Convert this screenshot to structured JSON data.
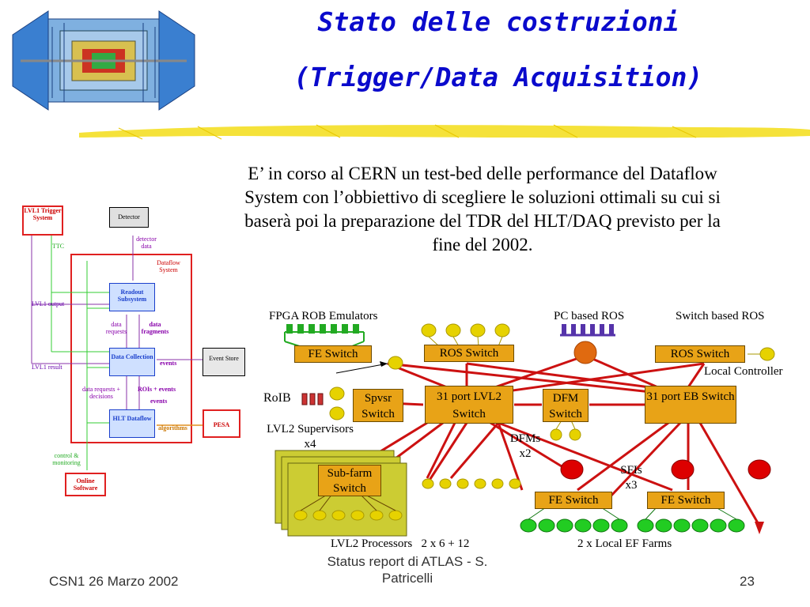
{
  "slide": {
    "title_line1": "Stato delle costruzioni",
    "title_line2": "(Trigger/Data Acquisition)",
    "paragraph": "E’ in corso al CERN un test-bed delle performance del Dataflow System con l’obbiettivo di scegliere le soluzioni ottimali su cui si baserà poi la preparazione del TDR del HLT/DAQ previsto per la fine del 2002.",
    "footer_left": "CSN1 26 Marzo 2002",
    "footer_center": "Status report di ATLAS - S. Patricelli",
    "page_number": "23"
  },
  "left_diagram": {
    "lvl1": "LVL1 Trigger System",
    "detector": "Detector",
    "ttc": "TTC",
    "detector_data": "detector data",
    "dataflow_system": "Dataflow System",
    "readout": "Readout Subsystem",
    "lvl1_output": "LVL1 output",
    "data_requests": "data requests",
    "data_fragments": "data fragments",
    "data_collection": "Data Collection",
    "lvl1_result": "LVL1 result",
    "events": "events",
    "event_store": "Event Store",
    "data_requests_decisions": "data requests + decisions",
    "robs_events": "ROIs + events",
    "events2": "events",
    "hlt_dataflow": "HLT Dataflow",
    "algorithms": "algorithms",
    "pesa": "PESA",
    "control_monitoring": "control & monitoring",
    "online_software": "Online Software"
  },
  "right_diagram": {
    "fpga_rob": "FPGA ROB Emulators",
    "pc_ros": "PC based ROS",
    "switch_ros": "Switch based ROS",
    "fe_switch_top": "FE Switch",
    "ros_switch_1": "ROS Switch",
    "ros_switch_2": "ROS Switch",
    "local_controller": "Local Controller",
    "roib": "RoIB",
    "spvsr_switch": "Spvsr Switch",
    "lvl2_switch": "31 port LVL2 Switch",
    "dfm_switch": "DFM Switch",
    "eb_switch": "31 port EB Switch",
    "lvl2_supervisors": "LVL2 Supervisors x4",
    "dfms": "DFMs x2",
    "sfis": "SFIs x3",
    "subfarm_switch": "Sub-farm Switch",
    "fe_switch_a": "FE Switch",
    "fe_switch_b": "FE Switch",
    "lvl2_processors": "LVL2 Processors   2 x 6 + 12",
    "local_ef_farms": "2 x Local EF Farms"
  },
  "colors": {
    "title": "#0a0acc",
    "link_red": "#cc1111",
    "switch_box": "#e8a317",
    "dot_yellow": "#e6d200",
    "dot_green": "#22cc22",
    "dot_red": "#dd0000",
    "farm_green": "#cccc33"
  }
}
